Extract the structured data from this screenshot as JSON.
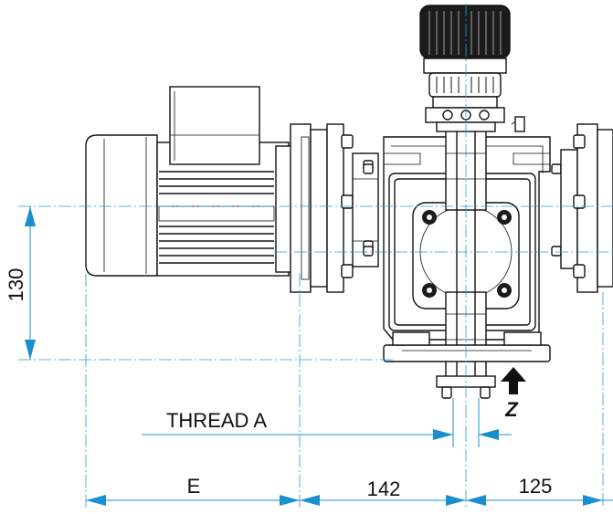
{
  "labels": {
    "dim_130": "130",
    "thread": "THREAD A",
    "z": "Z",
    "dim_e": "E",
    "dim_142": "142",
    "dim_125": "125"
  },
  "colors": {
    "dimension_line": "#1a8fd0",
    "ink": "#111111",
    "knob": "#1b1b1b"
  }
}
